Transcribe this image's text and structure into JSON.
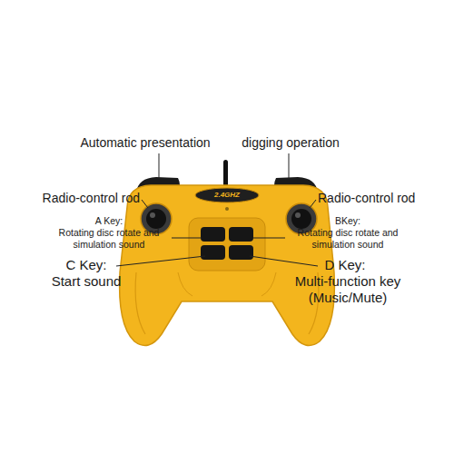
{
  "diagram": {
    "labels": [
      "Automatic presentation",
      "digging operation",
      "2.4GHZ",
      "Radio-control rod",
      "Radio-control rod",
      "A Key:",
      "Rotating disc rotate and simulation sound",
      "BKey:",
      "Rotating disc rotate and simulation sound",
      "C Key:",
      "D Key:",
      "Start sound",
      "Multi-function key (Music/Mute)"
    ]
  }
}
